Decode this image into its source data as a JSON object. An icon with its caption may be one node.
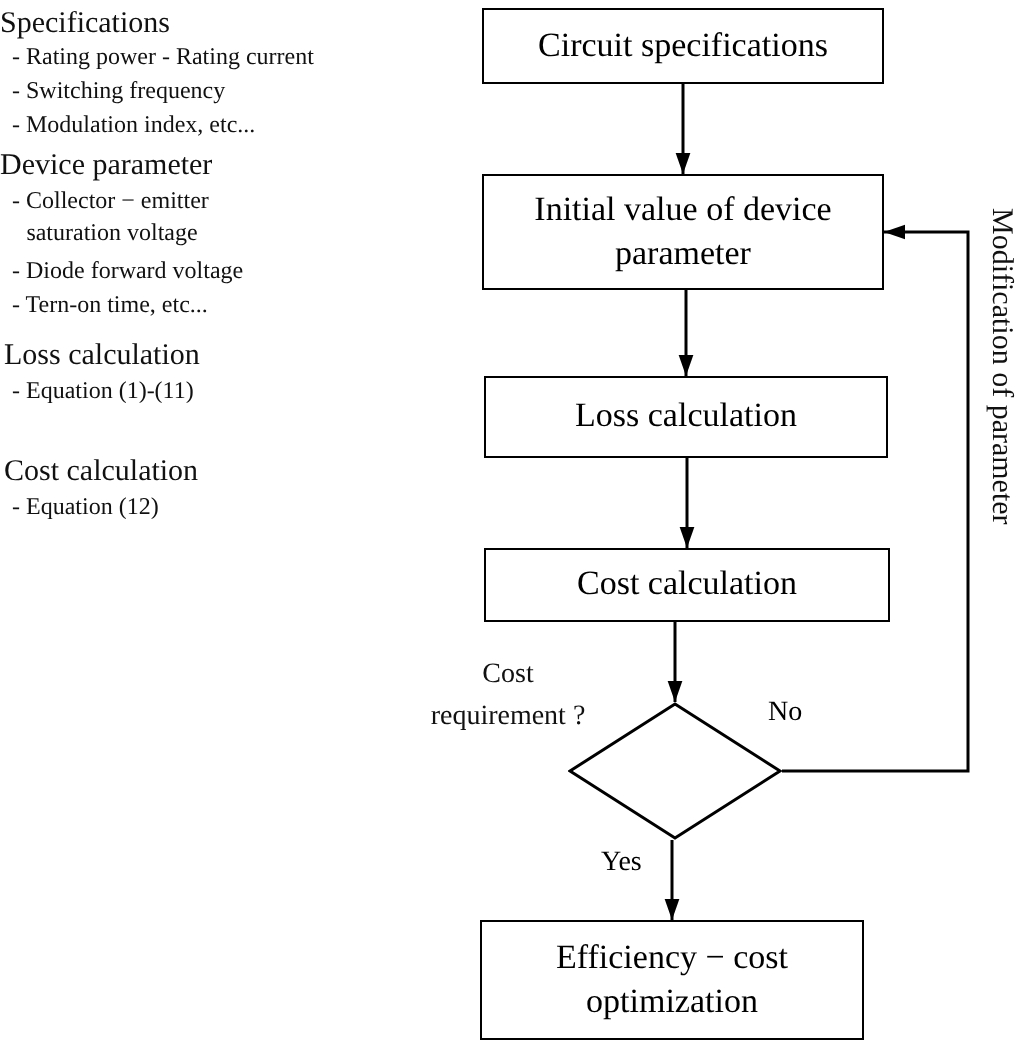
{
  "diagram": {
    "nodes": [
      {
        "text": [
          "Circuit specifications"
        ]
      },
      {
        "text": [
          "Initial value of device parameter"
        ]
      },
      {
        "text": [
          "Loss calculation"
        ]
      },
      {
        "text": [
          "Cost calculation"
        ]
      },
      {
        "text": [],
        "shape": "diamond",
        "beside": [
          "Cost requirement ?"
        ]
      },
      {
        "text": [
          "Efficiency − cost optimization"
        ]
      }
    ],
    "edges": [
      {
        "from": 0,
        "to": 1,
        "arrow": "to"
      },
      {
        "from": 1,
        "to": 2,
        "arrow": "to"
      },
      {
        "from": 2,
        "to": 3,
        "arrow": "to"
      },
      {
        "from": 3,
        "to": 4,
        "arrow": "to"
      },
      {
        "from": 4,
        "to": 5,
        "arrow": "to",
        "label": "Yes"
      },
      {
        "from": 4,
        "to": 1,
        "arrow": "to",
        "label": "No"
      }
    ],
    "labels": [
      "Specifications",
      "- Rating power  - Rating current",
      "- Switching frequency",
      "- Modulation index, etc...",
      "Device parameter",
      "- Collector − emitter saturation voltage",
      "- Diode forward voltage",
      "- Tern-on time, etc...",
      "Loss calculation",
      "- Equation (1)-(11)",
      "Cost calculation",
      "- Equation (12)",
      "Modification of parameter"
    ]
  }
}
